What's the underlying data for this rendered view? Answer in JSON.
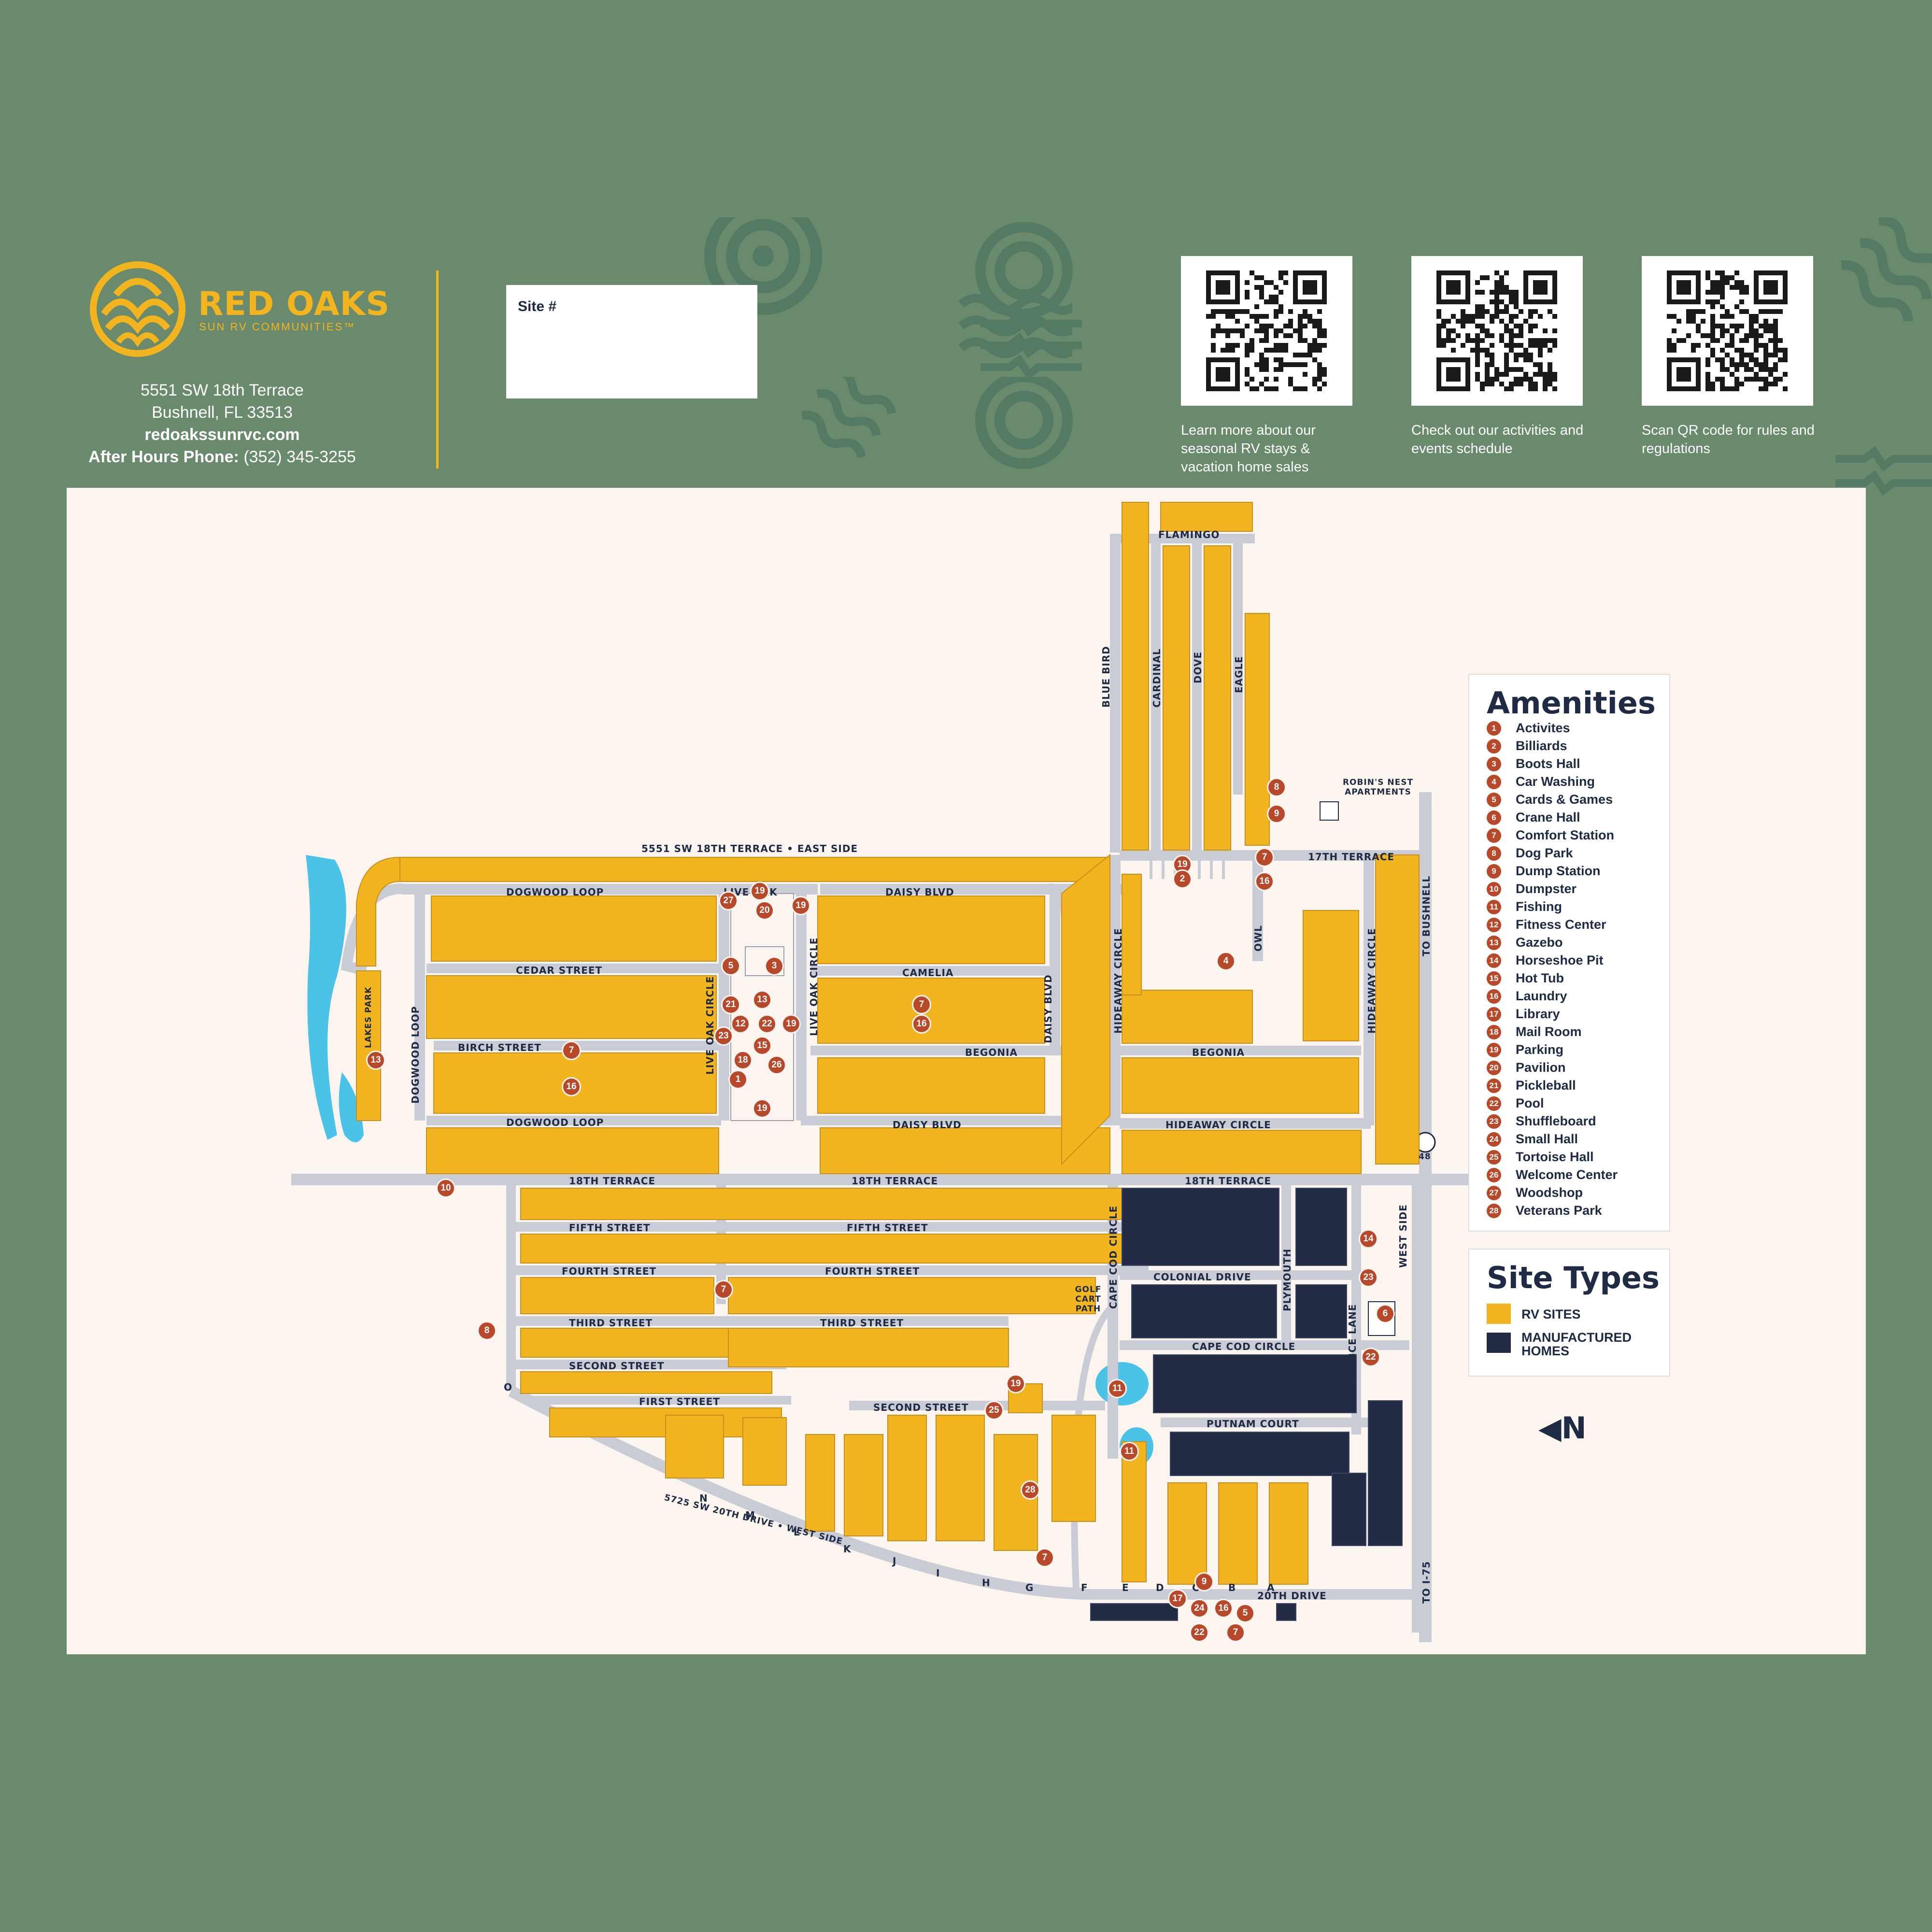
{
  "brand": {
    "name": "RED OAKS",
    "sub": "SUN RV COMMUNITIES™"
  },
  "contact": {
    "address1": "5551 SW 18th Terrace",
    "address2": "Bushnell, FL 33513",
    "website": "redoakssunrvc.com",
    "phone_label": "After Hours Phone:",
    "phone": "(352) 345-3255"
  },
  "site_box": {
    "label": "Site #"
  },
  "qr_codes": [
    {
      "caption": "Learn more about our seasonal RV stays & vacation home sales"
    },
    {
      "caption": "Check out our activities and events schedule"
    },
    {
      "caption": "Scan QR code for rules and regulations"
    }
  ],
  "colors": {
    "background": "#6a8a6e",
    "brand": "#f2b41f",
    "rv_site": "#f2b41f",
    "manufactured": "#222a44",
    "marker": "#b8482a",
    "water": "#4bc3e8",
    "road": "#c9ccd4"
  },
  "streets": {
    "east_side": "5551 SW 18TH TERRACE • EAST SIDE",
    "west_side_drive": "5725 SW 20TH DRIVE • WEST SIDE",
    "dogwood_loop_top": "DOGWOOD LOOP",
    "dogwood_loop_bottom": "DOGWOOD LOOP",
    "dogwood_loop_vertical": "DOGWOOD LOOP",
    "live_oak": "LIVE OAK",
    "live_oak_circle_left": "LIVE OAK CIRCLE",
    "live_oak_circle_right": "LIVE OAK CIRCLE",
    "daisy_blvd_top": "DAISY BLVD",
    "daisy_blvd_bottom": "DAISY BLVD",
    "daisy_blvd_vertical": "DAISY BLVD",
    "cedar": "CEDAR STREET",
    "camelia": "CAMELIA",
    "birch": "BIRCH STREET",
    "begonia_left": "BEGONIA",
    "begonia_right": "BEGONIA",
    "hideaway_circle_left": "HIDEAWAY CIRCLE",
    "hideaway_circle_right": "HIDEAWAY CIRCLE",
    "hideaway_circle_bottom": "HIDEAWAY CIRCLE",
    "flamingo": "FLAMINGO",
    "blue_bird": "BLUE BIRD",
    "cardinal": "CARDINAL",
    "dove": "DOVE",
    "eagle": "EAGLE",
    "owl": "OWL",
    "terrace_17": "17TH TERRACE",
    "terrace_18_left": "18TH TERRACE",
    "terrace_18_mid": "18TH TERRACE",
    "terrace_18_right": "18TH TERRACE",
    "fifth_left": "FIFTH STREET",
    "fifth_right": "FIFTH STREET",
    "fourth_left": "FOURTH STREET",
    "fourth_right": "FOURTH STREET",
    "third_left": "THIRD STREET",
    "third_right": "THIRD STREET",
    "second_left": "SECOND STREET",
    "second_right": "SECOND STREET",
    "first": "FIRST STREET",
    "cape_cod_circle_vertical": "CAPE COD CIRCLE",
    "cape_cod_circle": "CAPE COD CIRCLE",
    "colonial_drive": "COLONIAL DRIVE",
    "plymouth": "PLYMOUTH",
    "putnam_court": "PUTNAM COURT",
    "providence_lane": "PROVIDENCE LANE",
    "drive_20": "20TH DRIVE",
    "golf_cart_path": "GOLF CART PATH",
    "west_side": "WEST SIDE",
    "to_bushnell": "TO BUSHNELL",
    "to_i75": "TO I-75",
    "route_48": "48",
    "lakes_park": "LAKES PARK",
    "robins_nest": "ROBIN'S NEST APARTMENTS",
    "row_letters": [
      "O",
      "N",
      "M",
      "L",
      "K",
      "J",
      "I",
      "H",
      "G",
      "F",
      "E",
      "D",
      "C",
      "B",
      "A"
    ]
  },
  "amenities": {
    "title": "Amenities",
    "items": [
      {
        "num": "1",
        "label": "Activites"
      },
      {
        "num": "2",
        "label": "Billiards"
      },
      {
        "num": "3",
        "label": "Boots Hall"
      },
      {
        "num": "4",
        "label": "Car Washing"
      },
      {
        "num": "5",
        "label": "Cards & Games"
      },
      {
        "num": "6",
        "label": "Crane Hall"
      },
      {
        "num": "7",
        "label": "Comfort Station"
      },
      {
        "num": "8",
        "label": "Dog Park"
      },
      {
        "num": "9",
        "label": "Dump Station"
      },
      {
        "num": "10",
        "label": "Dumpster"
      },
      {
        "num": "11",
        "label": "Fishing"
      },
      {
        "num": "12",
        "label": "Fitness Center"
      },
      {
        "num": "13",
        "label": "Gazebo"
      },
      {
        "num": "14",
        "label": "Horseshoe Pit"
      },
      {
        "num": "15",
        "label": "Hot Tub"
      },
      {
        "num": "16",
        "label": "Laundry"
      },
      {
        "num": "17",
        "label": "Library"
      },
      {
        "num": "18",
        "label": "Mail Room"
      },
      {
        "num": "19",
        "label": "Parking"
      },
      {
        "num": "20",
        "label": "Pavilion"
      },
      {
        "num": "21",
        "label": "Pickleball"
      },
      {
        "num": "22",
        "label": "Pool"
      },
      {
        "num": "23",
        "label": "Shuffleboard"
      },
      {
        "num": "24",
        "label": "Small Hall"
      },
      {
        "num": "25",
        "label": "Tortoise Hall"
      },
      {
        "num": "26",
        "label": "Welcome Center"
      },
      {
        "num": "27",
        "label": "Woodshop"
      },
      {
        "num": "28",
        "label": "Veterans Park"
      }
    ]
  },
  "site_types": {
    "title": "Site Types",
    "items": [
      {
        "label": "RV SITES",
        "color": "#f2b41f"
      },
      {
        "label": "MANUFACTURED HOMES",
        "color": "#222a44"
      }
    ]
  },
  "north": {
    "label": "N"
  },
  "map_markers": [
    "13",
    "10",
    "8",
    "7",
    "16",
    "27",
    "19",
    "20",
    "19",
    "5",
    "3",
    "21",
    "13",
    "12",
    "23",
    "22",
    "19",
    "15",
    "18",
    "26",
    "1",
    "19",
    "7",
    "16",
    "19",
    "2",
    "7",
    "16",
    "4",
    "8",
    "9",
    "7",
    "11",
    "11",
    "25",
    "19",
    "28",
    "7",
    "9",
    "17",
    "24",
    "16",
    "5",
    "22",
    "7",
    "14",
    "23",
    "6",
    "22"
  ]
}
